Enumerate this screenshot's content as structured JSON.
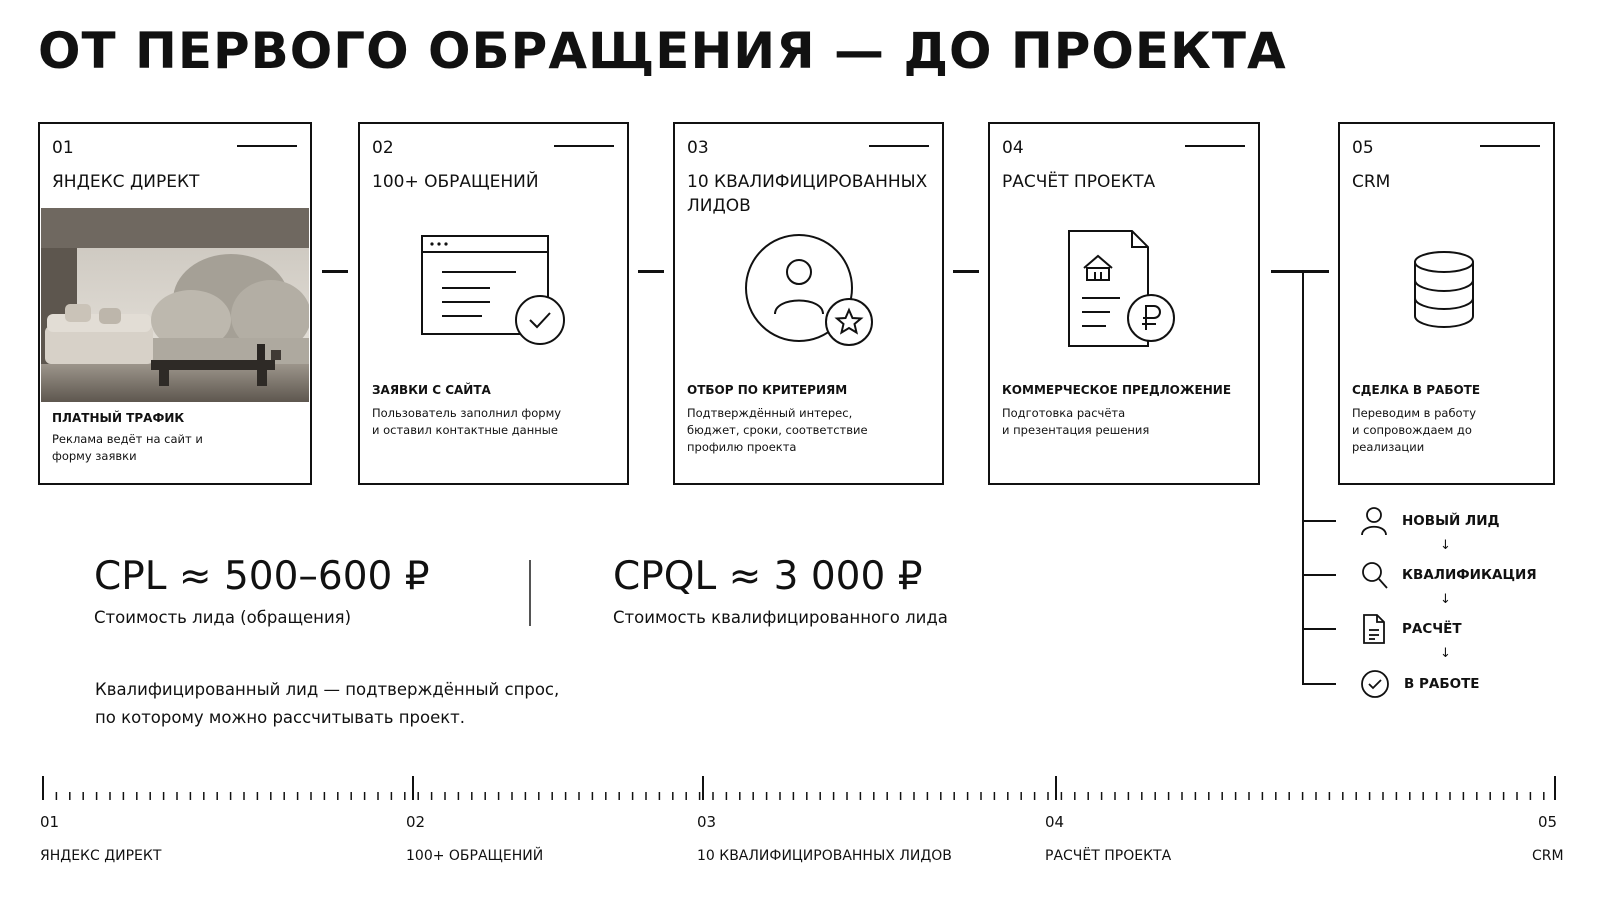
{
  "title": "ОТ ПЕРВОГО ОБРАЩЕНИЯ — ДО ПРОЕКТА",
  "cards": [
    {
      "num": "01",
      "title": "ЯНДЕКС ДИРЕКТ",
      "subtitle": "ПЛАТНЫЙ ТРАФИК",
      "desc_lines": [
        "Реклама ведёт на сайт и",
        "форму заявки"
      ],
      "icon": "interior-photo"
    },
    {
      "num": "02",
      "title": "100+ ОБРАЩЕНИЙ",
      "subtitle": "ЗАЯВКИ С САЙТА",
      "desc_lines": [
        "Пользователь заполнил форму",
        "и оставил контактные данные"
      ],
      "icon": "browser-form-check-icon"
    },
    {
      "num": "03",
      "title": "10 КВАЛИФИЦИРОВАННЫХ ЛИДОВ",
      "subtitle": "ОТБОР ПО КРИТЕРИЯМ",
      "desc_lines": [
        "Подтверждённый интерес,",
        "бюджет, сроки, соответствие",
        "профилю проекта"
      ],
      "icon": "user-star-icon"
    },
    {
      "num": "04",
      "title": "РАСЧЁТ ПРОЕКТА",
      "subtitle": "КОММЕРЧЕСКОЕ ПРЕДЛОЖЕНИЕ",
      "desc_lines": [
        "Подготовка расчёта",
        "и презентация решения"
      ],
      "icon": "document-ruble-icon"
    },
    {
      "num": "05",
      "title": "CRM",
      "subtitle": "СДЕЛКА В РАБОТЕ",
      "desc_lines": [
        "Переводим в работу",
        "и сопровождаем до реализации"
      ],
      "icon": "database-icon"
    }
  ],
  "stats": [
    {
      "value": "CPL ≈ 500–600 ₽",
      "label": "Стоимость лида (обращения)"
    },
    {
      "value": "CPQL ≈ 3 000 ₽",
      "label": "Стоимость квалифицированного лида"
    }
  ],
  "note_lines": [
    "Квалифицированный лид — подтверждённый спрос,",
    "по которому можно рассчитывать проект."
  ],
  "crm_stages": [
    {
      "label": "НОВЫЙ ЛИД",
      "icon": "user-icon"
    },
    {
      "label": "КВАЛИФИКАЦИЯ",
      "icon": "search-icon"
    },
    {
      "label": "РАСЧЁТ",
      "icon": "document-icon"
    },
    {
      "label": "В РАБОТЕ",
      "icon": "check-circle-icon"
    }
  ],
  "arrow": "↓",
  "timeline": [
    {
      "num": "01",
      "label": "ЯНДЕКС ДИРЕКТ"
    },
    {
      "num": "02",
      "label": "100+ ОБРАЩЕНИЙ"
    },
    {
      "num": "03",
      "label": "10 КВАЛИФИЦИРОВАННЫХ ЛИДОВ"
    },
    {
      "num": "04",
      "label": "РАСЧЁТ ПРОЕКТА"
    },
    {
      "num": "05",
      "label": "CRM"
    }
  ],
  "colors": {
    "ink": "#111111",
    "background": "#ffffff"
  }
}
